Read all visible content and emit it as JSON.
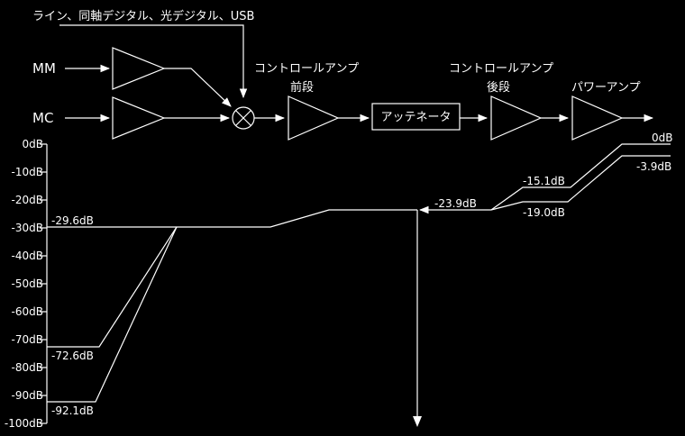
{
  "inputs": {
    "line_digital_usb": "ライン、同軸デジタル、光デジタル、USB",
    "mm": "MM",
    "mc": "MC"
  },
  "stages": {
    "preamp_front_l1": "コントロールアンプ",
    "preamp_front_l2": "前段",
    "attenuator": "アッテネータ",
    "preamp_rear_l1": "コントロールアンプ",
    "preamp_rear_l2": "後段",
    "power_amp": "パワーアンプ"
  },
  "axis": {
    "ticks": [
      "0dB",
      "-10dB",
      "-20dB",
      "-30dB",
      "-40dB",
      "-50dB",
      "-60dB",
      "-70dB",
      "-80dB",
      "-90dB",
      "-100dB"
    ]
  },
  "levels": {
    "line_in": "-29.6dB",
    "mm_in": "-72.6dB",
    "mc_in": "-92.1dB",
    "after_attenuator": "-23.9dB",
    "mid_upper": "-15.1dB",
    "mid_lower": "-19.0dB",
    "out_upper": "0dB",
    "out_lower": "-3.9dB"
  },
  "colors": {
    "background": "#000000",
    "foreground": "#ffffff"
  }
}
